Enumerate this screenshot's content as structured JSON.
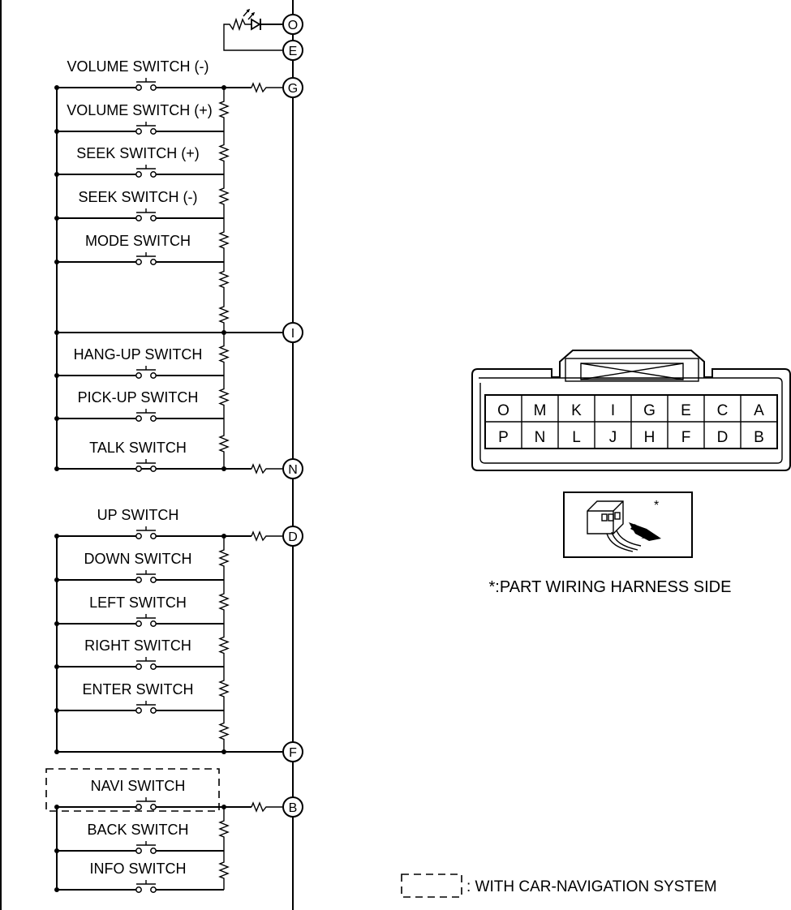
{
  "terminals": [
    "O",
    "E",
    "G",
    "I",
    "N",
    "D",
    "F",
    "B"
  ],
  "switches": [
    {
      "label": "VOLUME SWITCH (-)"
    },
    {
      "label": "VOLUME SWITCH (+)"
    },
    {
      "label": "SEEK SWITCH (+)"
    },
    {
      "label": "SEEK SWITCH (-)"
    },
    {
      "label": "MODE SWITCH"
    },
    {
      "label": "HANG-UP SWITCH"
    },
    {
      "label": "PICK-UP SWITCH"
    },
    {
      "label": "TALK SWITCH"
    },
    {
      "label": "UP SWITCH"
    },
    {
      "label": "DOWN SWITCH"
    },
    {
      "label": "LEFT SWITCH"
    },
    {
      "label": "RIGHT SWITCH"
    },
    {
      "label": "ENTER SWITCH"
    },
    {
      "label": "NAVI SWITCH"
    },
    {
      "label": "BACK SWITCH"
    },
    {
      "label": "INFO SWITCH"
    }
  ],
  "connector": {
    "pins_top": [
      "O",
      "M",
      "K",
      "I",
      "G",
      "E",
      "C",
      "A"
    ],
    "pins_bottom": [
      "P",
      "N",
      "L",
      "J",
      "H",
      "F",
      "D",
      "B"
    ],
    "asterisk": "*",
    "caption": "*:PART WIRING HARNESS SIDE"
  },
  "legend": {
    "text": ": WITH CAR-NAVIGATION SYSTEM"
  }
}
